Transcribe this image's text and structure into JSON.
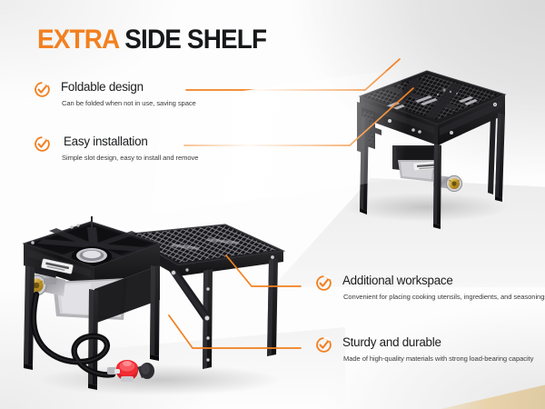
{
  "theme": {
    "accent": "#F28020",
    "heading_color": "#17181a",
    "body_color": "#3c3d3f",
    "page_background": "#ffffff",
    "product_black": "#1a1a1c",
    "regulator_red": "#d61f26"
  },
  "header": {
    "title_highlight": "EXTRA",
    "title_rest": " SIDE SHELF"
  },
  "features": [
    {
      "id": "foldable-design",
      "icon": "check-circle-icon",
      "heading": "Foldable design",
      "body": "Can be folded when not in use, saving space"
    },
    {
      "id": "easy-installation",
      "icon": "check-circle-icon",
      "heading": " Easy installation",
      "body": "Simple slot design, easy to install and remove"
    },
    {
      "id": "additional-workspace",
      "icon": "check-circle-icon",
      "heading": "Additional workspace",
      "body": "Convenient for placing cooking utensils, ingredients, and seasonings"
    },
    {
      "id": "sturdy-and-durable",
      "icon": "check-circle-icon",
      "heading": "Sturdy and durable",
      "body": "Made of high-quality materials with strong load-bearing capacity"
    }
  ],
  "products": [
    {
      "id": "burner-stand-shelf-folded",
      "alt": "Black single burner propane stand with mesh top and side shelf folded down"
    },
    {
      "id": "burner-stand-shelf-extended",
      "alt": "Black single burner propane stand with extended mesh side shelf, gas hose and red regulator"
    }
  ],
  "callout_lines": [
    {
      "id": "line-foldable",
      "from": "foldable-design",
      "to": "burner-stand-shelf-folded"
    },
    {
      "id": "line-easy",
      "from": "easy-installation",
      "to": "burner-stand-shelf-folded"
    },
    {
      "id": "line-workspace",
      "from": "additional-workspace",
      "to": "burner-stand-shelf-extended"
    },
    {
      "id": "line-sturdy",
      "from": "sturdy-and-durable",
      "to": "burner-stand-shelf-extended"
    }
  ]
}
